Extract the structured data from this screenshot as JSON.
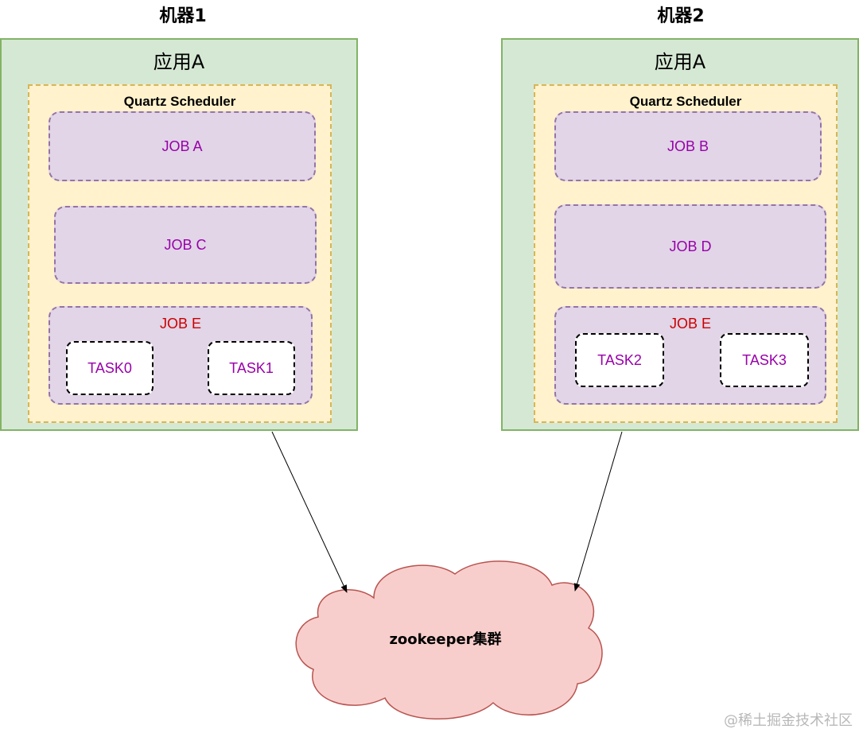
{
  "machines": [
    {
      "title": "机器1",
      "app_title": "应用A",
      "scheduler_title": "Quartz Scheduler",
      "jobs": [
        "JOB A",
        "JOB C"
      ],
      "split_job": {
        "label": "JOB E",
        "tasks": [
          "TASK0",
          "TASK1"
        ]
      }
    },
    {
      "title": "机器2",
      "app_title": "应用A",
      "scheduler_title": "Quartz Scheduler",
      "jobs": [
        "JOB B",
        "JOB D"
      ],
      "split_job": {
        "label": "JOB E",
        "tasks": [
          "TASK2",
          "TASK3"
        ]
      }
    }
  ],
  "cluster": {
    "label": "zookeeper集群"
  },
  "watermark": "@稀土掘金技术社区",
  "colors": {
    "app_fill": "#d5e8d4",
    "app_border": "#82b366",
    "scheduler_fill": "#fff2cc",
    "scheduler_border": "#d6b656",
    "job_fill": "#e1d5e7",
    "job_border": "#9673a6",
    "job_text": "#9900aa",
    "job_e_text": "#cc0000",
    "cloud_fill": "#f8cecc",
    "cloud_border": "#b85450"
  }
}
